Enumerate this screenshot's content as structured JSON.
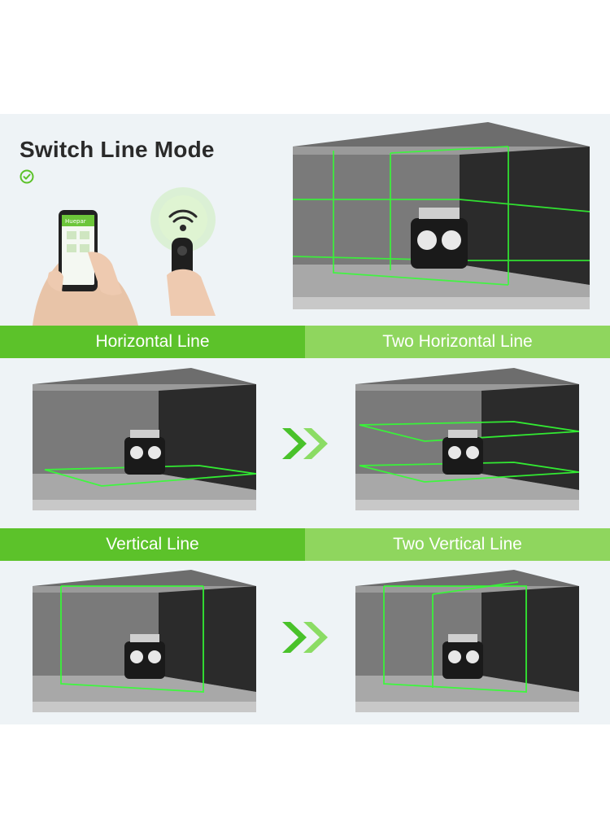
{
  "title": "Switch Line Mode",
  "phone_brand": "Huepar",
  "modes": [
    {
      "label": "Horizontal Line"
    },
    {
      "label": "Two Horizontal Line"
    },
    {
      "label": "Vertical Line"
    },
    {
      "label": "Two Vertical Line"
    }
  ],
  "colors": {
    "accent_green": "#5cc22a",
    "accent_green_light": "#8fd65e",
    "laser_green": "#33ff33",
    "panel_bg": "#eef3f6"
  },
  "icons": [
    "check-circle-icon",
    "wifi-signal-icon",
    "double-chevron-right-icon"
  ]
}
